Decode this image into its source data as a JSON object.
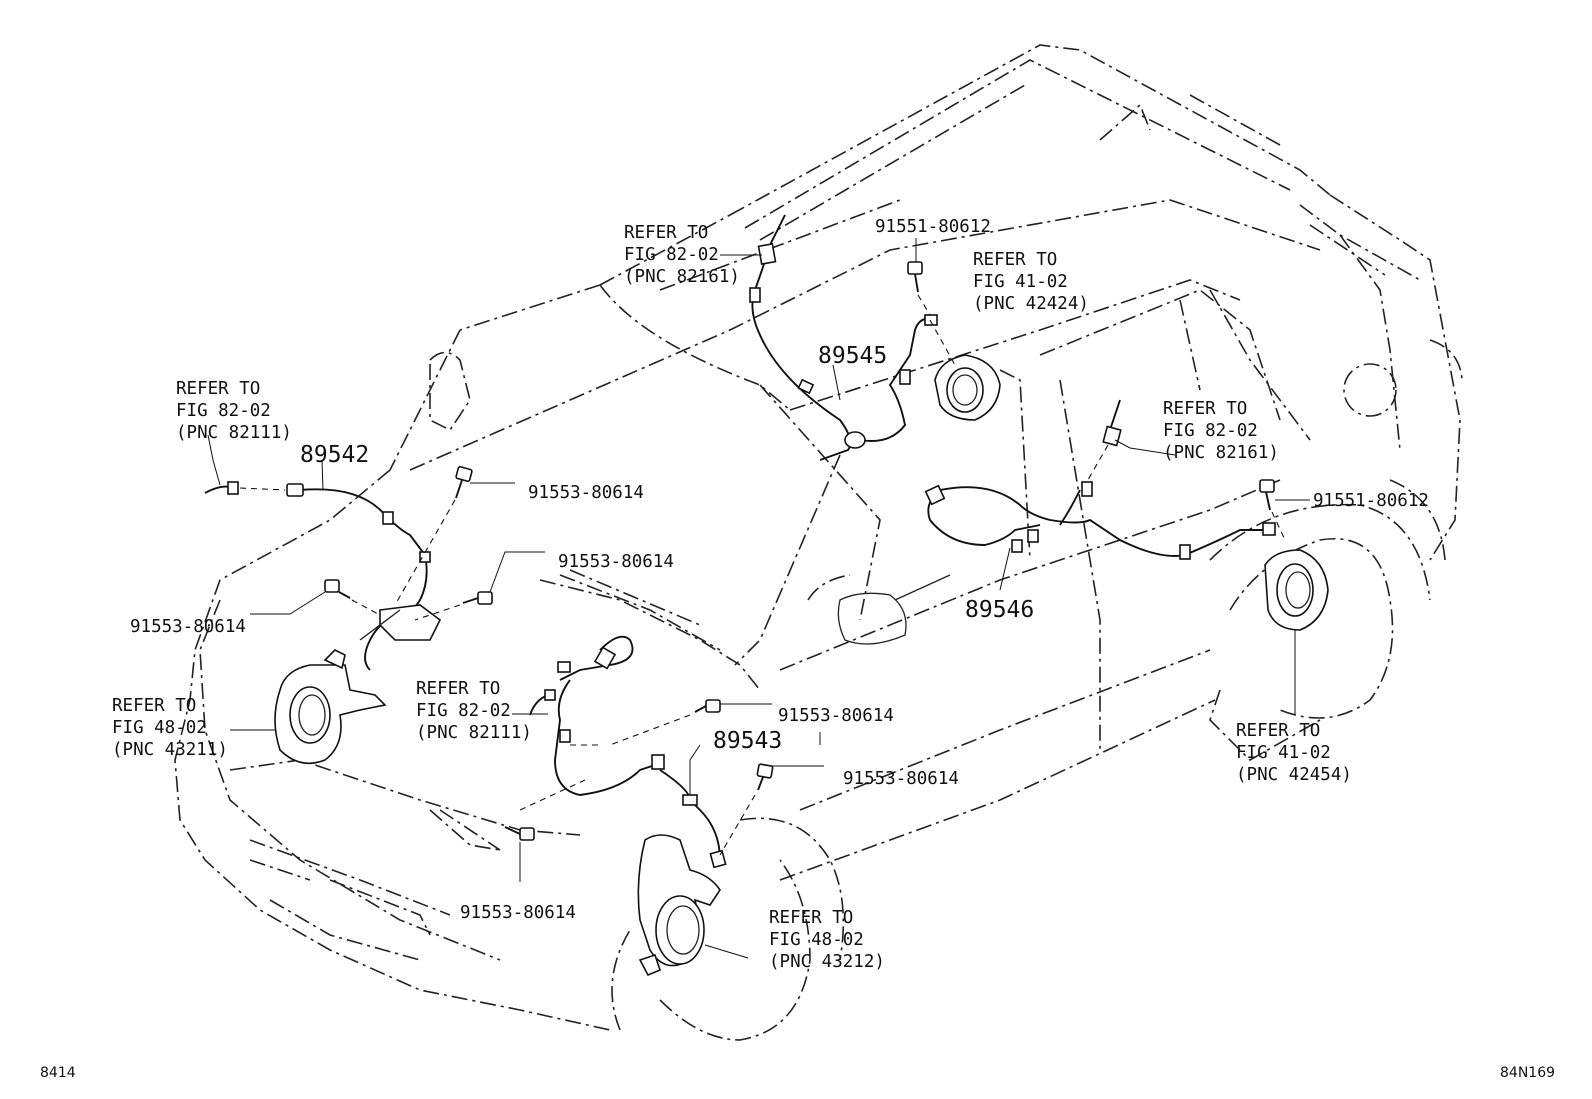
{
  "parts": {
    "p89542": "89542",
    "p89543": "89543",
    "p89545": "89545",
    "p89546": "89546"
  },
  "bolts": {
    "b_front_left_top": "91553-80614",
    "b_front_left_mid": "91553-80614",
    "b_front_left_low": "91553-80614",
    "b_front_center": "91553-80614",
    "b_front_right": "91553-80614",
    "b_front_bottom": "91553-80614",
    "b_rear_left": "91551-80612",
    "b_rear_right": "91551-80612"
  },
  "refs": {
    "r1": [
      "REFER TO",
      "FIG 82-02",
      "(PNC 82161)"
    ],
    "r2": [
      "REFER TO",
      "FIG 41-02",
      "(PNC 42424)"
    ],
    "r3": [
      "REFER TO",
      "FIG 82-02",
      "(PNC 82111)"
    ],
    "r4": [
      "REFER TO",
      "FIG 82-02",
      "(PNC 82161)"
    ],
    "r5": [
      "REFER TO",
      "FIG 82-02",
      "(PNC 82111)"
    ],
    "r6": [
      "REFER TO",
      "FIG 48-02",
      "(PNC 43211)"
    ],
    "r7": [
      "REFER TO",
      "FIG 41-02",
      "(PNC 42454)"
    ],
    "r8": [
      "REFER TO",
      "FIG 48-02",
      "(PNC 43212)"
    ]
  },
  "corner": {
    "left": "8414",
    "right": "84N169"
  }
}
